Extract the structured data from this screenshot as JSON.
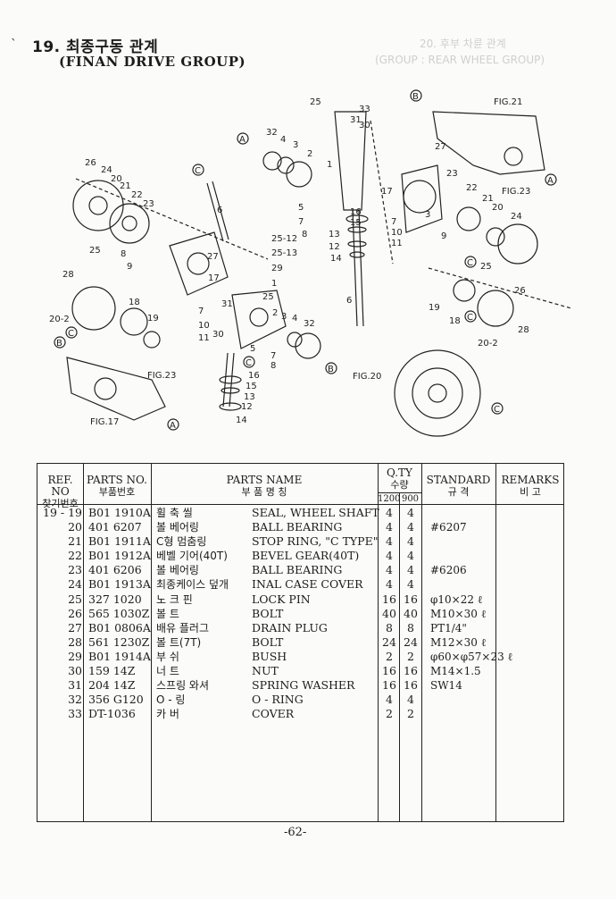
{
  "header": {
    "bullet": "`",
    "section": "19. 최종구동 관계",
    "subtitle": "(FINAN DRIVE GROUP)",
    "ghost_right": "(GROUP : REAR WHEEL GROUP)",
    "ghost_top": "20. 후부 차륜 관계"
  },
  "diagram": {
    "labels": [
      "25",
      "33",
      "31",
      "30",
      "32",
      "4",
      "3",
      "2",
      "1",
      "5",
      "7",
      "8",
      "16",
      "15",
      "13",
      "12",
      "14",
      "6",
      "26",
      "24",
      "20",
      "21",
      "22",
      "23",
      "8",
      "9",
      "25",
      "27",
      "17",
      "25-12",
      "25-13",
      "29",
      "28",
      "18",
      "20-2",
      "19",
      "7",
      "10",
      "11",
      "31",
      "30",
      "25",
      "2",
      "3",
      "4",
      "32",
      "16",
      "15",
      "13",
      "12",
      "14",
      "5",
      "7",
      "8",
      "6",
      "FIG.21",
      "27",
      "23",
      "22",
      "21",
      "20",
      "24",
      "FIG.23",
      "17",
      "7",
      "10",
      "11",
      "9",
      "3",
      "25",
      "26",
      "19",
      "18",
      "20-2",
      "28",
      "FIG.20",
      "FIG.23",
      "FIG.17"
    ],
    "callouts": [
      "B",
      "A",
      "C",
      "B",
      "A",
      "B",
      "C",
      "A",
      "C",
      "C"
    ]
  },
  "table": {
    "headers": {
      "ref_en": "REF. NO",
      "ref_kr": "찾기번호",
      "pn_en": "PARTS NO.",
      "pn_kr": "부품번호",
      "name_en": "PARTS NAME",
      "name_kr": "부   품   명   칭",
      "qty": "Q.TY",
      "qty_kr": "수량",
      "q1200": "1200",
      "q900": "900",
      "std_en": "STANDARD",
      "std_kr": "규   격",
      "rem_en": "REMARKS",
      "rem_kr": "비   고"
    },
    "rows": [
      {
        "ref": "19 - 19",
        "pn": "B01 1910A",
        "kr": "휠 축 씰",
        "en": "SEAL, WHEEL SHAFT",
        "q1": "4",
        "q2": "4",
        "std": ""
      },
      {
        "ref": "20",
        "pn": "401 6207",
        "kr": "볼 베어링",
        "en": "BALL BEARING",
        "q1": "4",
        "q2": "4",
        "std": "#6207"
      },
      {
        "ref": "21",
        "pn": "B01 1911A",
        "kr": "C형 멈춤링",
        "en": "STOP RING, \"C TYPE\"",
        "q1": "4",
        "q2": "4",
        "std": ""
      },
      {
        "ref": "22",
        "pn": "B01 1912A",
        "kr": "베벨 기어(40T)",
        "en": "BEVEL GEAR(40T)",
        "q1": "4",
        "q2": "4",
        "std": ""
      },
      {
        "ref": "23",
        "pn": "401 6206",
        "kr": "볼 베어링",
        "en": "BALL BEARING",
        "q1": "4",
        "q2": "4",
        "std": "#6206"
      },
      {
        "ref": "24",
        "pn": "B01 1913A",
        "kr": "최종케이스 덮개",
        "en": "INAL CASE COVER",
        "q1": "4",
        "q2": "4",
        "std": ""
      },
      {
        "ref": "25",
        "pn": "327 1020",
        "kr": "노 크 핀",
        "en": "LOCK PIN",
        "q1": "16",
        "q2": "16",
        "std": "φ10×22 ℓ"
      },
      {
        "ref": "26",
        "pn": "565 1030Z",
        "kr": "볼     트",
        "en": "BOLT",
        "q1": "40",
        "q2": "40",
        "std": "M10×30 ℓ"
      },
      {
        "ref": "27",
        "pn": "B01 0806A",
        "kr": "배유 플러그",
        "en": "DRAIN PLUG",
        "q1": "8",
        "q2": "8",
        "std": "PT1/4\""
      },
      {
        "ref": "28",
        "pn": "561 1230Z",
        "kr": "볼     트(7T)",
        "en": "BOLT",
        "q1": "24",
        "q2": "24",
        "std": "M12×30 ℓ"
      },
      {
        "ref": "29",
        "pn": "B01 1914A",
        "kr": "부     쉬",
        "en": "BUSH",
        "q1": "2",
        "q2": "2",
        "std": "φ60×φ57×23 ℓ"
      },
      {
        "ref": "30",
        "pn": "159 14Z",
        "kr": "너     트",
        "en": "NUT",
        "q1": "16",
        "q2": "16",
        "std": "M14×1.5"
      },
      {
        "ref": "31",
        "pn": "204 14Z",
        "kr": "스프링 와셔",
        "en": "SPRING WASHER",
        "q1": "16",
        "q2": "16",
        "std": "SW14"
      },
      {
        "ref": "32",
        "pn": "356 G120",
        "kr": "O - 링",
        "en": "O - RING",
        "q1": "4",
        "q2": "4",
        "std": ""
      },
      {
        "ref": "33",
        "pn": "DT-1036",
        "kr": "카     버",
        "en": "COVER",
        "q1": "2",
        "q2": "2",
        "std": ""
      }
    ]
  },
  "footer": {
    "page": "-62-"
  }
}
